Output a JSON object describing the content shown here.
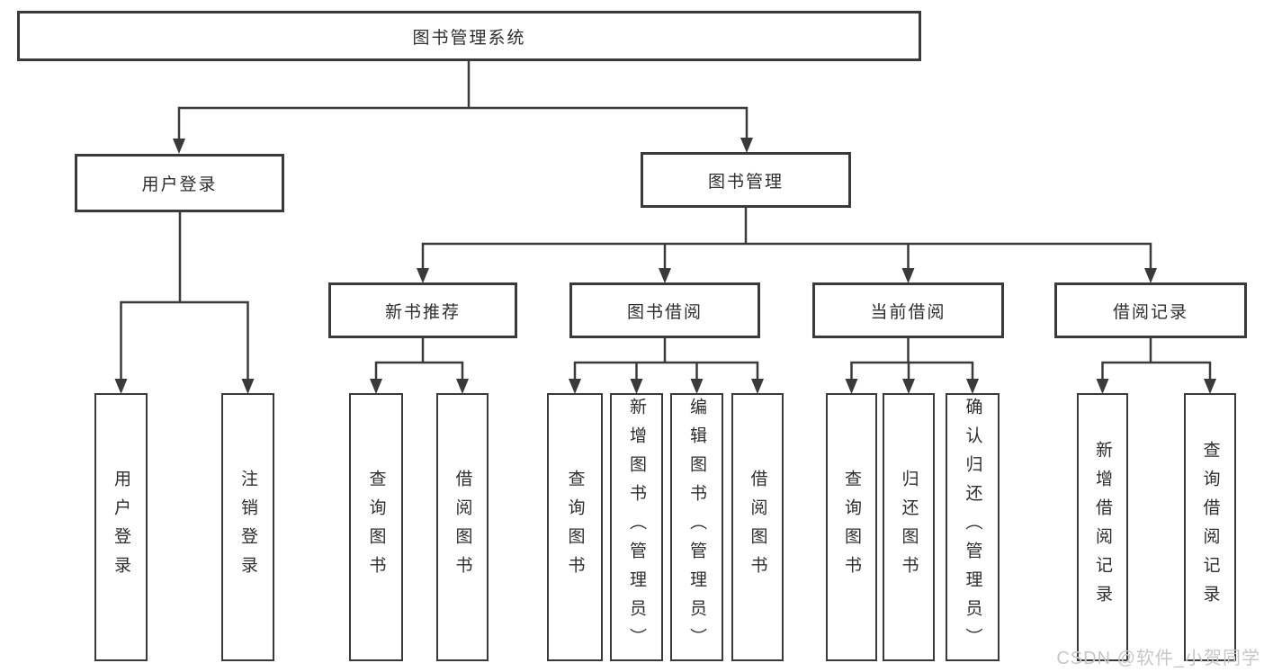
{
  "tree": {
    "root": "图书管理系统",
    "login": {
      "label": "用户登录",
      "children": [
        "用户登录",
        "注销登录"
      ]
    },
    "management": {
      "label": "图书管理"
    },
    "groups": [
      {
        "label": "新书推荐",
        "children": [
          "查询图书",
          "借阅图书"
        ]
      },
      {
        "label": "图书借阅",
        "children": [
          "查询图书",
          "新增图书（管理员）",
          "编辑图书（管理员）",
          "借阅图书"
        ]
      },
      {
        "label": "当前借阅",
        "children": [
          "查询图书",
          "归还图书",
          "确认归还（管理员）"
        ]
      },
      {
        "label": "借阅记录",
        "children": [
          "新增借阅记录",
          "查询借阅记录"
        ]
      }
    ]
  },
  "watermark": {
    "text": "CSDN @软件_小贺同学"
  },
  "colors": {
    "line": "#3a3a3a",
    "box_background": "#ffffff",
    "text": "#2e2e2e",
    "watermark": "#c7c7c7"
  }
}
